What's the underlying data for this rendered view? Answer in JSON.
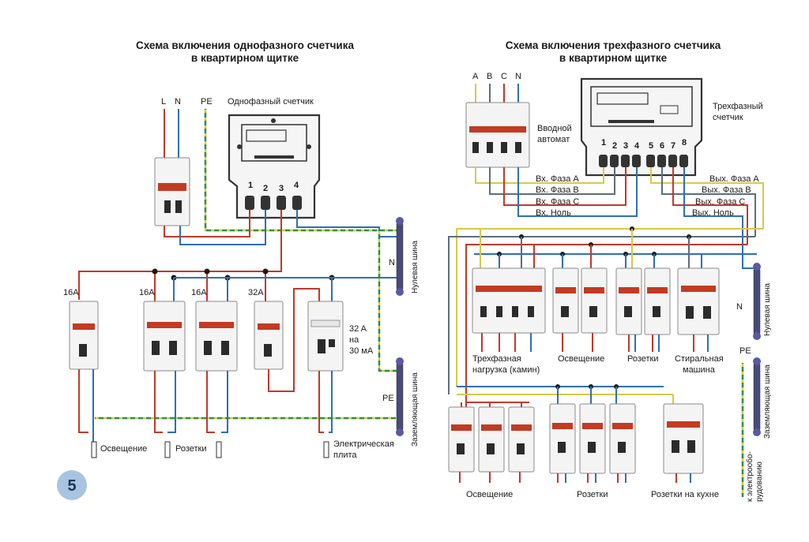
{
  "left": {
    "title_line1": "Схема включения однофазного счетчика",
    "title_line2": "в квартирном щитке",
    "input_L": "L",
    "input_N": "N",
    "input_PE": "PE",
    "meter_label": "Однофазный счетчик",
    "meter_terminals": [
      "1",
      "2",
      "3",
      "4"
    ],
    "breaker_ratings": [
      "16A",
      "16A",
      "16A",
      "32A"
    ],
    "rcd_rating_line1": "32 A",
    "rcd_rating_line2": "на",
    "rcd_rating_line3": "30 мА",
    "neutral_bus_label": "Нулевая шина",
    "neutral_bus_letter": "N",
    "ground_bus_label": "Заземляющая шина",
    "ground_bus_letter": "PE",
    "load_lighting": "Освещение",
    "load_sockets": "Розетки",
    "load_stove_line1": "Электрическая",
    "load_stove_line2": "плита"
  },
  "right": {
    "title_line1": "Схема включения трехфазного счетчика",
    "title_line2": "в квартирном щитке",
    "phases": [
      "A",
      "B",
      "C",
      "N"
    ],
    "input_breaker_line1": "Вводной",
    "input_breaker_line2": "автомат",
    "meter_label_line1": "Трехфазный",
    "meter_label_line2": "счетчик",
    "meter_terminals": [
      "1",
      "2",
      "3",
      "4",
      "5",
      "6",
      "7",
      "8"
    ],
    "in_labels": [
      "Вх. Фаза А",
      "Вх. Фаза В",
      "Вх. Фаза С",
      "Вх. Ноль"
    ],
    "out_labels": [
      "Вых. Фаза А",
      "Вых. Фаза В",
      "Вых. Фаза С",
      "Вых. Ноль"
    ],
    "neutral_bus_label": "Нулевая шина",
    "neutral_bus_letter": "N",
    "ground_bus_label": "Заземляющая шина",
    "ground_bus_letter": "PE",
    "load_threephase_line1": "Трехфазная",
    "load_threephase_line2": "нагрузка (камин)",
    "load_lighting_top": "Освещение",
    "load_sockets_top": "Розетки",
    "load_washer_line1": "Стиральная",
    "load_washer_line2": "машина",
    "load_lighting_bottom": "Освещение",
    "load_sockets_bottom": "Розетки",
    "load_kitchen_sockets": "Розетки на кухне",
    "to_equipment_line1": "к электрообо-",
    "to_equipment_line2": "рудованию"
  },
  "page_number": "5",
  "colors": {
    "phase": "#c0392b",
    "neutral": "#2e6fb5",
    "earth_yellow": "#cfcf3a",
    "earth_green": "#2e8b57",
    "page_badge": "#a8c4e0"
  }
}
